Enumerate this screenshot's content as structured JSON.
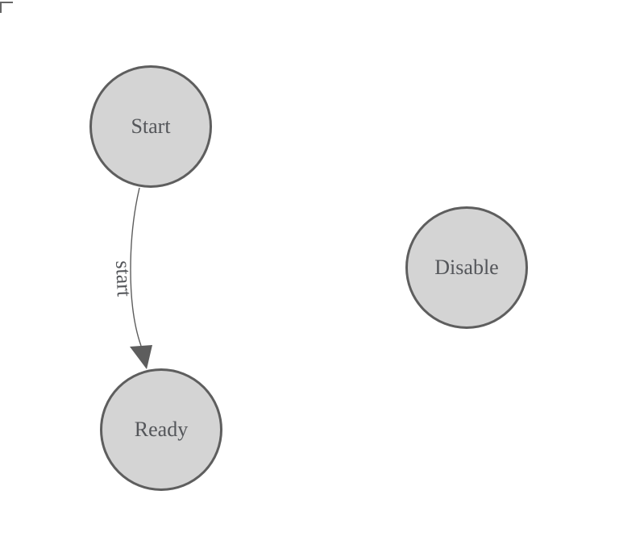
{
  "diagram": {
    "nodes": [
      {
        "id": "start",
        "label": "Start"
      },
      {
        "id": "ready",
        "label": "Ready"
      },
      {
        "id": "disable",
        "label": "Disable"
      }
    ],
    "edges": [
      {
        "from": "Start",
        "to": "Ready",
        "label": "start"
      }
    ],
    "colors": {
      "background": "#ffffff",
      "node_fill": "#d4d4d4",
      "node_border": "#5e5e5e",
      "label_text": "#54565a",
      "edge": "#5d5d5d",
      "corner_mark": "#666666"
    }
  }
}
